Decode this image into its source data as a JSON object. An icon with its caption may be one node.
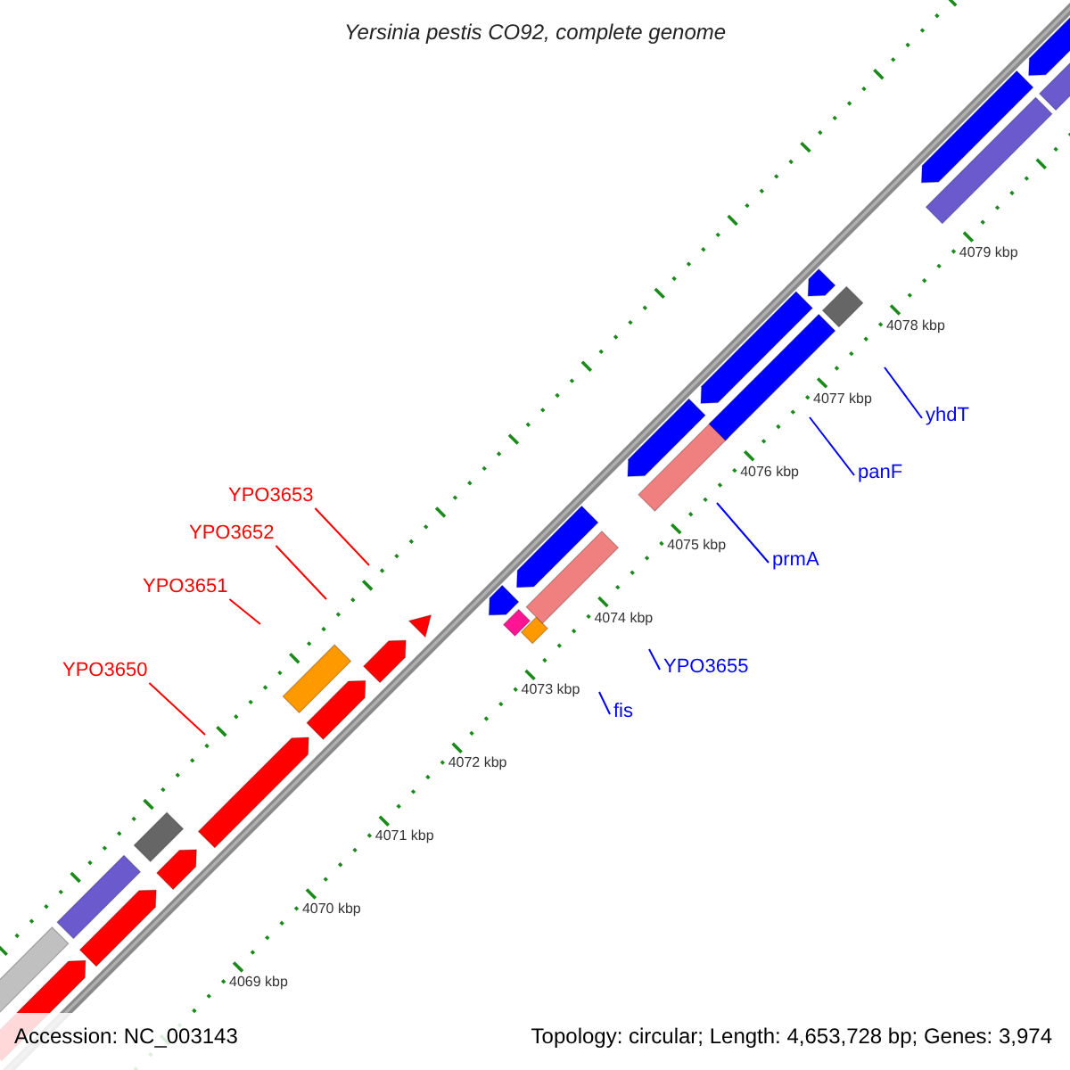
{
  "diagram": {
    "title": "Yersinia pestis CO92, complete genome",
    "nodes": [
      {
        "text": [
          "YPO3650"
        ]
      },
      {
        "text": [
          "YPO3651"
        ]
      },
      {
        "text": [
          "YPO3652"
        ]
      },
      {
        "text": [
          "YPO3653"
        ]
      },
      {
        "text": [
          "fis"
        ]
      },
      {
        "text": [
          "YPO3655"
        ]
      },
      {
        "text": [
          "prmA"
        ]
      },
      {
        "text": [
          "panF"
        ]
      },
      {
        "text": [
          "yhdT"
        ]
      }
    ],
    "edges": [
      {
        "from": 0,
        "to": null,
        "arrow": "none",
        "color": "#ff0000"
      },
      {
        "from": 1,
        "to": null,
        "arrow": "none",
        "color": "#ff0000"
      },
      {
        "from": 2,
        "to": null,
        "arrow": "none",
        "color": "#ff0000"
      },
      {
        "from": 3,
        "to": null,
        "arrow": "none",
        "color": "#ff0000"
      },
      {
        "from": 4,
        "to": null,
        "arrow": "none"
      },
      {
        "from": 5,
        "to": null,
        "arrow": "none"
      },
      {
        "from": 6,
        "to": null,
        "arrow": "none"
      },
      {
        "from": 7,
        "to": null,
        "arrow": "none"
      },
      {
        "from": 8,
        "to": null,
        "arrow": "none"
      }
    ],
    "labels": [
      "4069 kbp",
      "4070 kbp",
      "4071 kbp",
      "4072 kbp",
      "4073 kbp",
      "4074 kbp",
      "4075 kbp",
      "4076 kbp",
      "4077 kbp",
      "4078 kbp",
      "4079 kbp",
      "Accession: NC_003143",
      "Topology: circular; Length: 4,653,728 bp; Genes: 3,974"
    ]
  }
}
